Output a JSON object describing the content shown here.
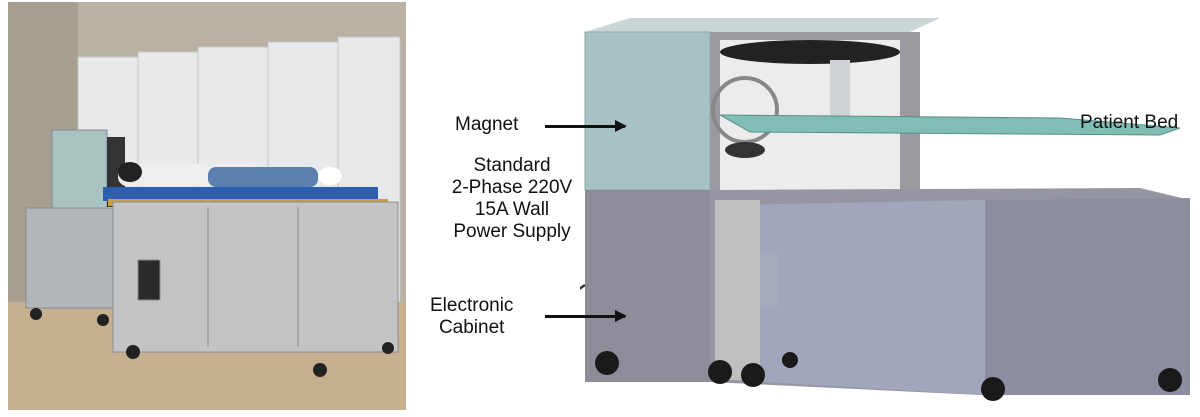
{
  "labels": {
    "magnet": "Magnet",
    "patient_bed": "Patient Bed",
    "power_supply": [
      "Standard",
      "2-Phase 220V",
      "15A Wall",
      "Power Supply"
    ],
    "electronic_cabinet": [
      "Electronic",
      "Cabinet"
    ]
  },
  "colors": {
    "magnet_teal": "#a9c4c4",
    "cabinet_gray": "#8c8c98",
    "bed_teal": "#7fbdb5"
  }
}
